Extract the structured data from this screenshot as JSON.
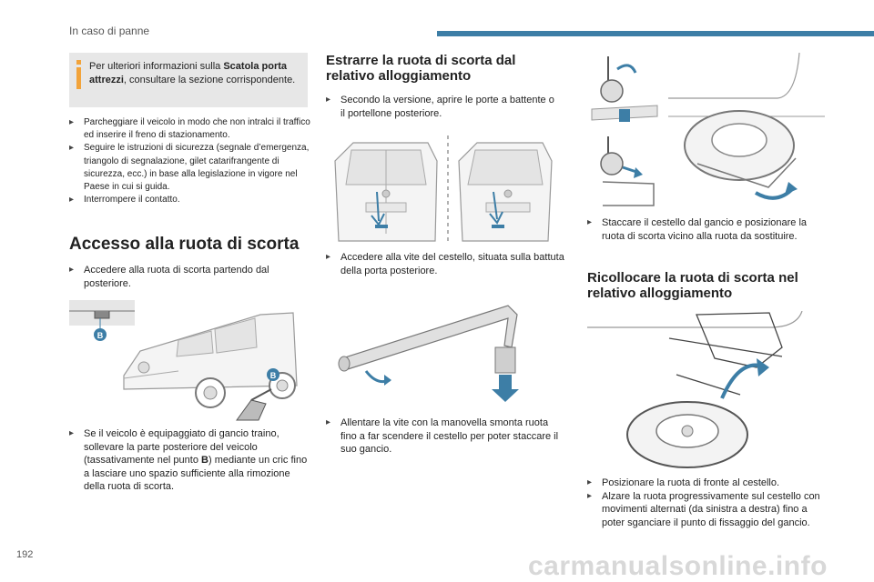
{
  "header": {
    "section_title": "In caso di panne",
    "accent_color": "#3d7ea6"
  },
  "infobox": {
    "icon": "info-icon",
    "text_before": "Per ulteriori informazioni sulla ",
    "text_bold": "Scatola porta attrezzi",
    "text_after": ", consultare la sezione corrispondente."
  },
  "intro_steps": [
    "Parcheggiare il veicolo in modo che non intralci il traffico ed inserire il freno di stazionamento.",
    "Seguire le istruzioni di sicurezza (segnale d’emergenza, triangolo di segnalazione, gilet catarifrangente di sicurezza, ecc.) in base alla legislazione in vigore nel Paese in cui si guida.",
    "Interrompere il contatto."
  ],
  "access": {
    "title": "Accesso alla ruota di scorta",
    "step1": "Accedere alla ruota di scorta partendo dal posteriore.",
    "point_label": "B",
    "step2_before": "Se il veicolo è equipaggiato di gancio traino, sollevare la parte posteriore del veicolo (tassativamente nel punto ",
    "step2_bold": "B",
    "step2_after": ") mediante un cric fino a lasciare uno spazio sufficiente alla rimozione della ruota di scorta."
  },
  "extract": {
    "title": "Estrarre la ruota di scorta dal relativo alloggiamento",
    "step1": "Secondo la versione, aprire le porte a battente o il portellone posteriore.",
    "step2": "Accedere alla vite del cestello, situata sulla battuta della porta posteriore.",
    "step3": "Allentare la vite con la manovella smonta ruota fino a far scendere il cestello per poter staccare il suo gancio.",
    "step4": "Staccare il cestello dal gancio e posizionare la ruota di scorta vicino alla ruota da sostituire."
  },
  "refit": {
    "title": "Ricollocare la ruota di scorta nel relativo alloggiamento",
    "steps": [
      "Posizionare la ruota di fronte al cestello.",
      "Alzare la ruota progressivamente sul cestello con movimenti alternati (da sinistra a destra) fino a poter sganciare il punto di fissaggio del gancio."
    ]
  },
  "footer": {
    "page_number": "192",
    "watermark": "carmanualsonline.info"
  }
}
